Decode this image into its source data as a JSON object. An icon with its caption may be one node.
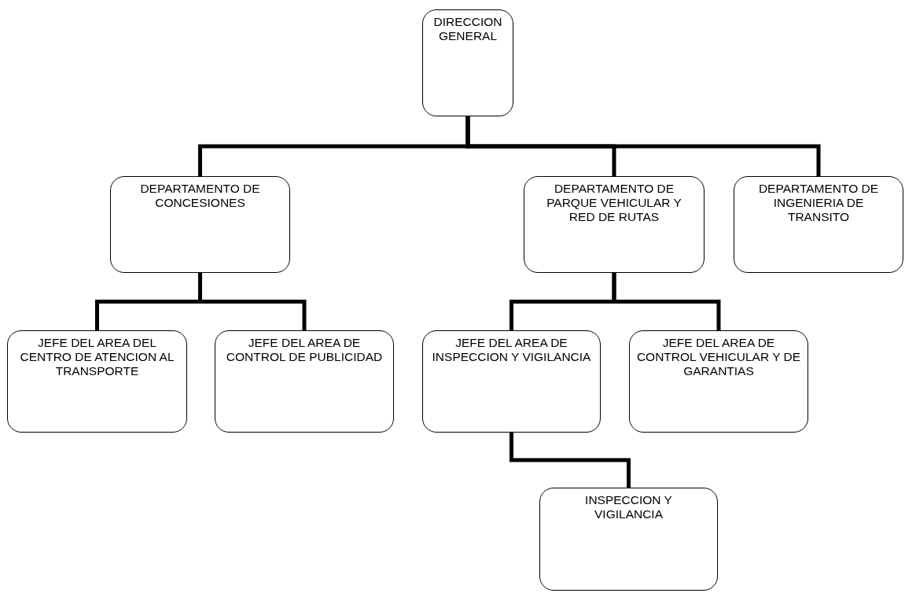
{
  "diagram": {
    "nodes": [
      {
        "text": [
          "DIRECCION GENERAL"
        ]
      },
      {
        "text": [
          "DEPARTAMENTO DE CONCESIONES"
        ]
      },
      {
        "text": [
          "DEPARTAMENTO DE PARQUE VEHICULAR Y RED DE RUTAS"
        ]
      },
      {
        "text": [
          "DEPARTAMENTO DE INGENIERIA DE TRANSITO"
        ]
      },
      {
        "text": [
          "JEFE DEL AREA DEL CENTRO DE ATENCION AL TRANSPORTE"
        ]
      },
      {
        "text": [
          "JEFE DEL AREA DE CONTROL DE PUBLICIDAD"
        ]
      },
      {
        "text": [
          "JEFE DEL AREA DE INSPECCION Y VIGILANCIA"
        ]
      },
      {
        "text": [
          "JEFE DEL AREA DE CONTROL VEHICULAR Y DE GARANTIAS"
        ]
      },
      {
        "text": [
          "INSPECCION Y VIGILANCIA"
        ]
      }
    ],
    "edges": [
      {
        "from": 0,
        "to": 1,
        "arrow": "none"
      },
      {
        "from": 0,
        "to": 2,
        "arrow": "none"
      },
      {
        "from": 0,
        "to": 3,
        "arrow": "none"
      },
      {
        "from": 1,
        "to": 4,
        "arrow": "none"
      },
      {
        "from": 1,
        "to": 5,
        "arrow": "none"
      },
      {
        "from": 2,
        "to": 6,
        "arrow": "none"
      },
      {
        "from": 2,
        "to": 7,
        "arrow": "none"
      },
      {
        "from": 6,
        "to": 8,
        "arrow": "none"
      }
    ]
  }
}
